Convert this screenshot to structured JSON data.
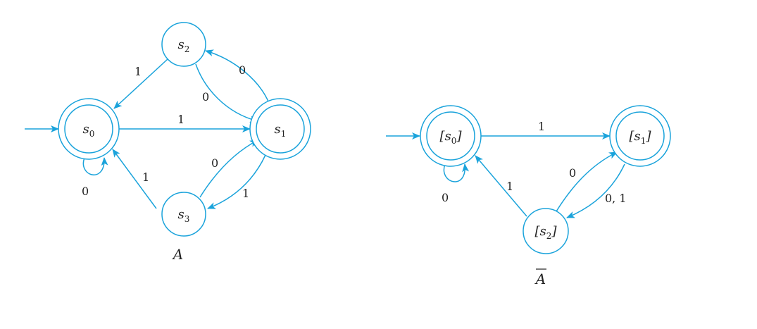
{
  "colors": {
    "accent": "#1aa3db",
    "text": "#222222"
  },
  "diagram_a": {
    "title": "A",
    "states": {
      "s0": {
        "name": "s",
        "sub": "0",
        "accepting": true,
        "start": true
      },
      "s1": {
        "name": "s",
        "sub": "1",
        "accepting": true
      },
      "s2": {
        "name": "s",
        "sub": "2",
        "accepting": false
      },
      "s3": {
        "name": "s",
        "sub": "3",
        "accepting": false
      }
    },
    "transitions": {
      "s0_s0": {
        "from": "s0",
        "to": "s0",
        "label": "0"
      },
      "s0_s1": {
        "from": "s0",
        "to": "s1",
        "label": "1"
      },
      "s2_s0": {
        "from": "s2",
        "to": "s0",
        "label": "1"
      },
      "s2_s1": {
        "from": "s2",
        "to": "s1",
        "label": "0"
      },
      "s1_s2": {
        "from": "s1",
        "to": "s2",
        "label": "0"
      },
      "s3_s0": {
        "from": "s3",
        "to": "s0",
        "label": "1"
      },
      "s3_s1": {
        "from": "s3",
        "to": "s1",
        "label": "0"
      },
      "s1_s3": {
        "from": "s1",
        "to": "s3",
        "label": "1"
      }
    }
  },
  "diagram_b": {
    "title": "A",
    "title_overline": true,
    "states": {
      "s0": {
        "name": "[s",
        "sub": "0",
        "close": "]",
        "accepting": true,
        "start": true
      },
      "s1": {
        "name": "[s",
        "sub": "1",
        "close": "]",
        "accepting": true
      },
      "s2": {
        "name": "[s",
        "sub": "2",
        "close": "]",
        "accepting": false
      }
    },
    "transitions": {
      "s0_s0": {
        "from": "s0",
        "to": "s0",
        "label": "0"
      },
      "s0_s1": {
        "from": "s0",
        "to": "s1",
        "label": "1"
      },
      "s2_s0": {
        "from": "s2",
        "to": "s0",
        "label": "1"
      },
      "s2_s1": {
        "from": "s2",
        "to": "s1",
        "label": "0"
      },
      "s1_s2": {
        "from": "s1",
        "to": "s2",
        "label": "0, 1"
      }
    }
  }
}
